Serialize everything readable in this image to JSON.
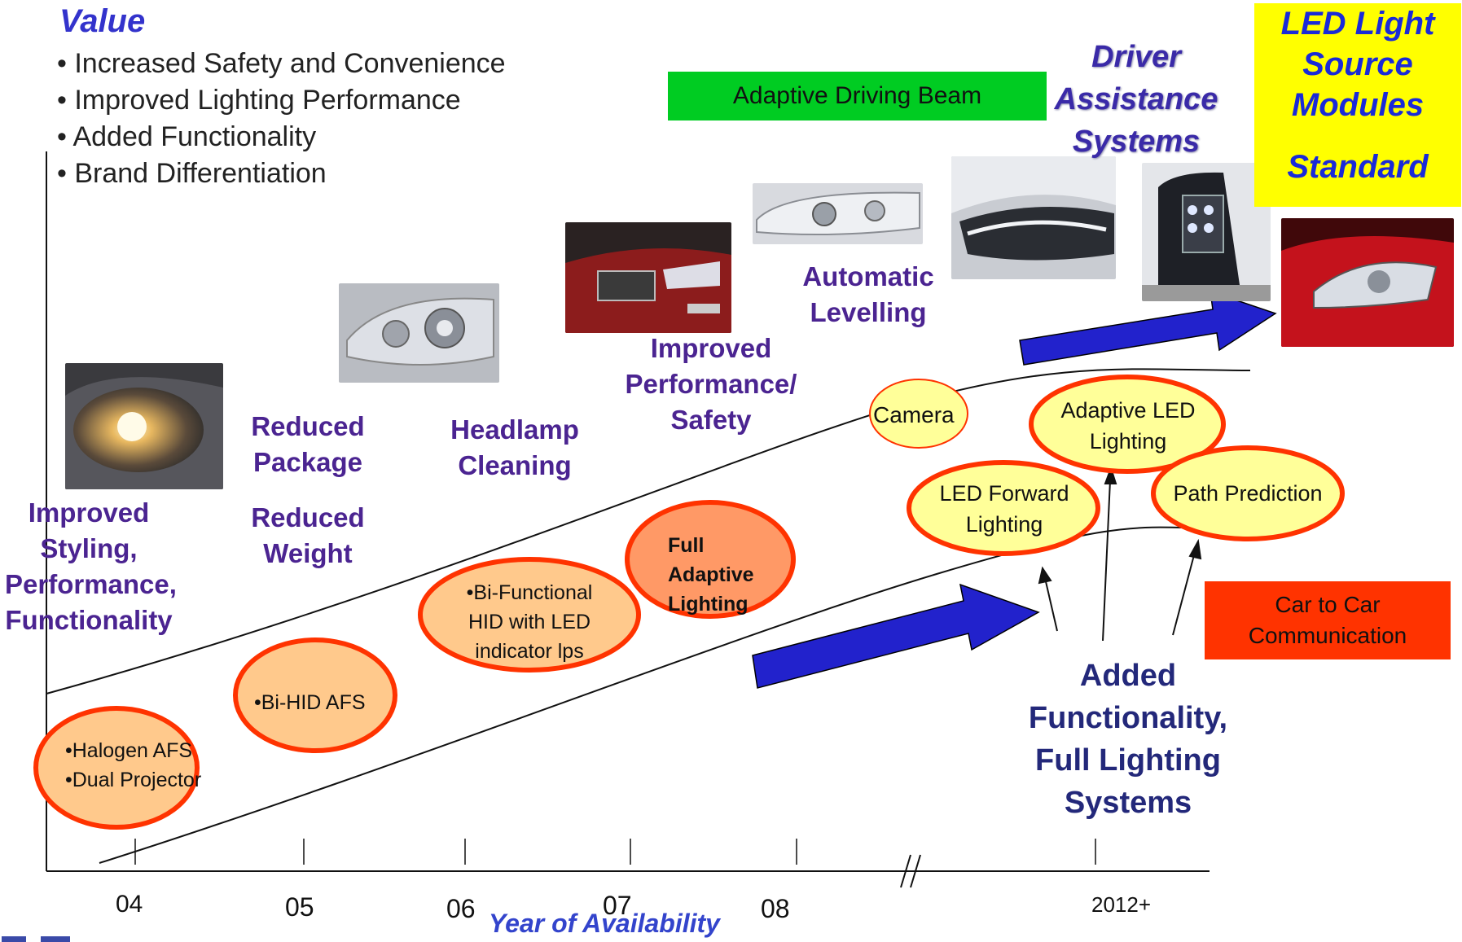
{
  "value": {
    "title": "Value",
    "bullets": [
      "• Increased Safety and Convenience",
      "• Improved Lighting Performance",
      "• Added Functionality",
      "• Brand Differentiation"
    ]
  },
  "boxes": {
    "adaptive_driving_beam": "Adaptive Driving Beam",
    "led_light_source": [
      "LED Light",
      "Source",
      "Modules",
      "",
      "Standard"
    ],
    "car_to_car": [
      "Car to Car",
      "Communication"
    ]
  },
  "driver_assistance": [
    "Driver",
    "Assistance",
    "Systems"
  ],
  "labels": {
    "improved_styling": [
      "Improved",
      "Styling,",
      "Performance,",
      "Functionality"
    ],
    "reduced_package": [
      "Reduced",
      "Package"
    ],
    "reduced_weight": [
      "Reduced",
      "Weight"
    ],
    "headlamp_cleaning": [
      "Headlamp",
      "Cleaning"
    ],
    "improved_performance": [
      "Improved",
      "Performance/",
      "Safety"
    ],
    "automatic_levelling": [
      "Automatic",
      "Levelling"
    ],
    "added_functionality": [
      "Added",
      "Functionality,",
      "Full Lighting",
      "Systems"
    ]
  },
  "ovals": {
    "halogen": [
      "•Halogen AFS",
      "•Dual Projector"
    ],
    "bihid": [
      "•Bi-HID AFS"
    ],
    "bifunctional": [
      "•Bi-Functional",
      "HID with LED",
      "indicator lps"
    ],
    "full_adaptive": [
      "Full",
      "Adaptive",
      "Lighting"
    ],
    "camera": [
      "Camera"
    ],
    "adaptive_led": [
      "Adaptive LED",
      "Lighting"
    ],
    "led_forward": [
      "LED Forward",
      "Lighting"
    ],
    "path_prediction": [
      "Path Prediction"
    ]
  },
  "axis": {
    "title": "Year of Availability",
    "ticks": [
      "04",
      "05",
      "06",
      "07",
      "08",
      "2012+"
    ]
  },
  "colors": {
    "oval_fill": "#ffc98c",
    "oval_stroke": "#ff3300",
    "yellow_oval_fill": "#ffff99",
    "arrow_blue": "#2222cc",
    "label_purple": "#4b2491"
  },
  "icons": {
    "photos": [
      "halogen-headlamp-photo",
      "silver-headlamp-photo",
      "cadillac-front-photo",
      "projector-headlamp-photo",
      "led-headlamp-photo",
      "led-module-photo",
      "red-car-headlamp-photo"
    ]
  }
}
